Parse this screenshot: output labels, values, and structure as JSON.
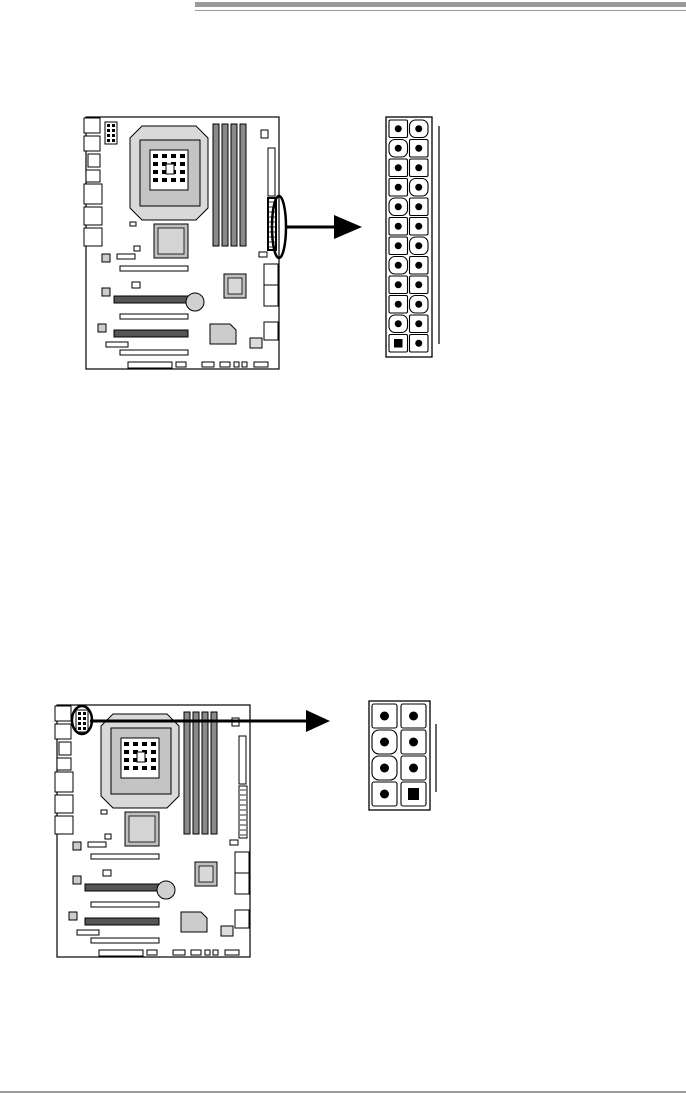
{
  "page": {
    "header_style": "double-rule",
    "footer_style": "rule"
  },
  "figures": [
    {
      "name": "atx-24pin-power-connector",
      "board_icon": "motherboard-layout-icon",
      "pointer": "arrow-right-icon",
      "connector": {
        "rows": 12,
        "cols": 2
      }
    },
    {
      "name": "atx-8pin-12v-power-connector",
      "board_icon": "motherboard-layout-icon",
      "pointer": "arrow-right-icon",
      "connector": {
        "rows": 4,
        "cols": 2
      }
    }
  ],
  "colors": {
    "line": "#000000",
    "header_gray": "#9a9a9a",
    "board_fill": "#ffffff",
    "component_dark": "#1a1a1a"
  }
}
